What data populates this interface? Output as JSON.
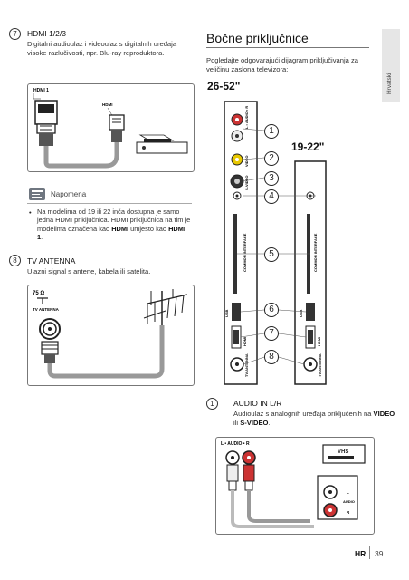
{
  "left": {
    "item7": {
      "number": "7",
      "title": "HDMI 1/2/3",
      "text": "Digitalni audioulaz i videoulaz s digitalnih uređaja visoke razlučivosti, npr. Blu-ray reproduktora."
    },
    "diagram1": {
      "port_label": "HDMI 1",
      "cable_label": "HDMI"
    },
    "note": {
      "title": "Napomena",
      "bullet_pre": "Na modelima od 19 ili 22 inča dostupna je samo jedna HDMI priključnica. HDMI priključnica na tim je modelima označena kao",
      "bullet_b1": "HDMI",
      "bullet_mid": "umjesto kao",
      "bullet_b2": "HDMI 1",
      "bullet_end": "."
    },
    "item8": {
      "number": "8",
      "title": "TV ANTENNA",
      "text": "Ulazni signal s antene, kabela ili satelita."
    },
    "diagram2": {
      "ohm_label": "75 Ω",
      "port_label": "TV ANTENNA"
    }
  },
  "right": {
    "title": "Bočne priključnice",
    "intro": "Pogledajte odgovarajući dijagram priključivanja za veličinu zaslona televizora:",
    "size_large": "26-52\"",
    "size_small": "19-22\"",
    "side_tab": "Hrvatski",
    "panel_labels": {
      "audio": "L • AUDIO • R",
      "video": "VIDEO",
      "svideo": "S-VIDEO",
      "ci": "COMMON INTERFACE",
      "usb": "USB",
      "hdmi": "HDMI",
      "hdmi1": "HDMI",
      "antenna": "TV ANTENNA"
    },
    "callouts": [
      "1",
      "2",
      "3",
      "4",
      "5",
      "6",
      "7",
      "8"
    ],
    "item1": {
      "number": "1",
      "title": "AUDIO IN L/R",
      "text_pre": "Audioulaz s analognih uređaja priključenih na",
      "b1": "VIDEO",
      "mid": "ili",
      "b2": "S-VIDEO",
      "end": "."
    },
    "diagram3": {
      "port_label": "L • AUDIO • R",
      "device_label": "VHS",
      "plug_label": "L",
      "plug_label2": "AUDIO",
      "plug_label3": "R"
    }
  },
  "footer": {
    "lang": "HR",
    "page": "39"
  }
}
